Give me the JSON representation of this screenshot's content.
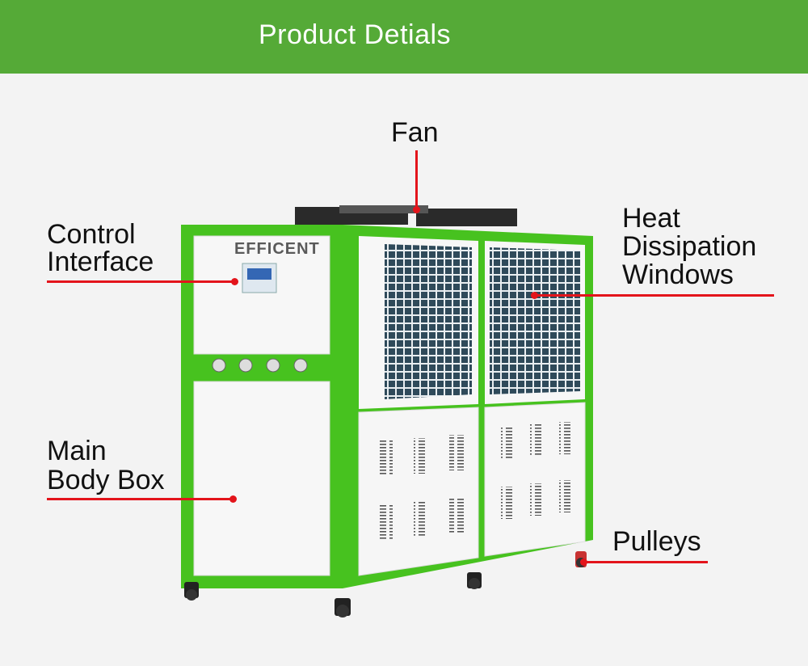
{
  "header": {
    "title": "Product Detials"
  },
  "machine": {
    "brand_logo": "EFFICENT"
  },
  "callouts": {
    "fan": "Fan",
    "control_line1": "Control",
    "control_line2": "Interface",
    "heat_line1": "Heat",
    "heat_line2": "Dissipation",
    "heat_line3": "Windows",
    "main_line1": "Main",
    "main_line2": "Body Box",
    "pulleys": "Pulleys"
  },
  "colors": {
    "header_green": "#55aa37",
    "machine_green": "#47c21f",
    "callout_red": "#e3141b",
    "panel_white": "#f7f7f7"
  }
}
